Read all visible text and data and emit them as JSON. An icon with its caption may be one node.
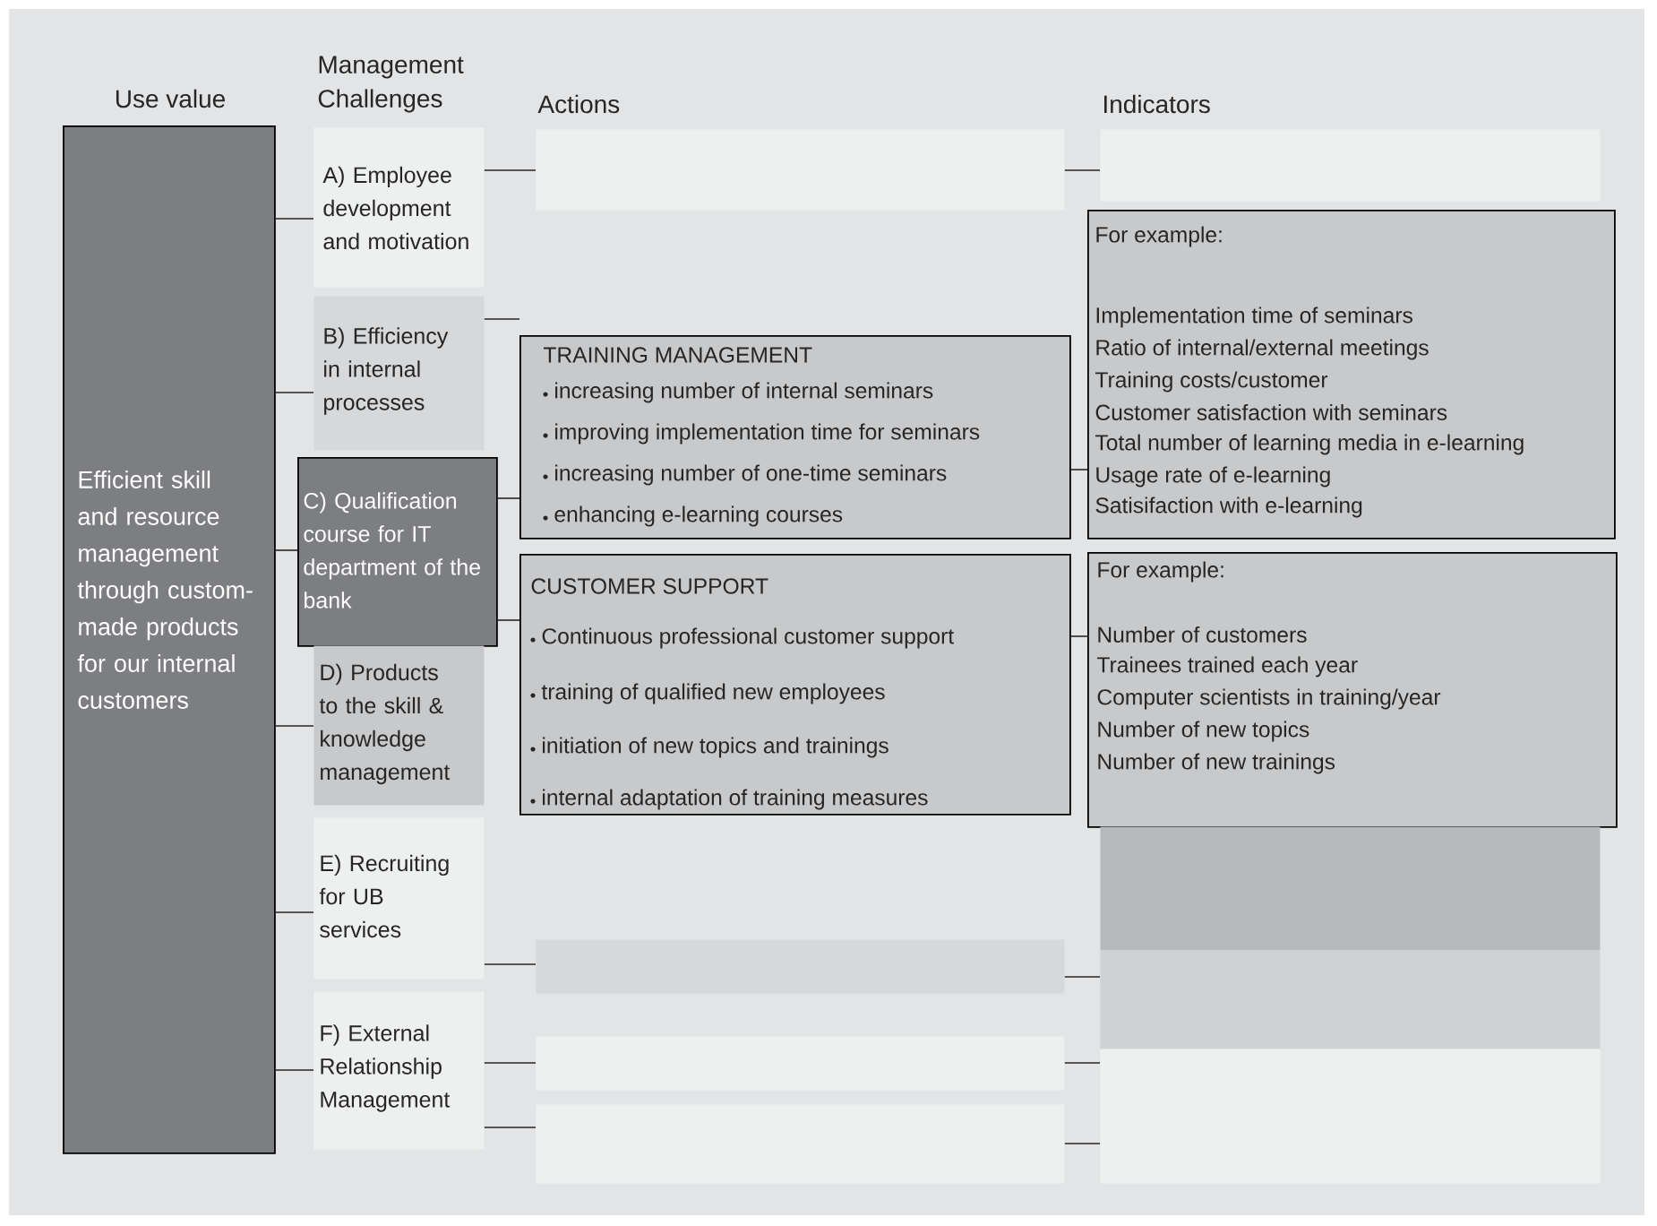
{
  "diagram": {
    "nodes": [
      {
        "text": [
          "Efficient skill and resource management through custom-made products for our internal customers"
        ]
      },
      {
        "text": [
          "A) Employee development and motivation"
        ]
      },
      {
        "text": [
          "B) Efficiency in internal processes"
        ]
      },
      {
        "text": [
          "C) Qualification course for IT department of the bank"
        ]
      },
      {
        "text": [
          "D) Products to the skill & knowledge management"
        ]
      },
      {
        "text": [
          "E) Recruiting for UB services"
        ]
      },
      {
        "text": [
          "F) External Relationship Management"
        ]
      },
      {
        "text": [],
        "shape": "box"
      },
      {
        "text": [
          "TRAINING MANAGEMENT",
          "increasing number of internal seminars",
          "improving implementation time for seminars",
          "increasing number of one-time seminars",
          "enhancing e-learning courses"
        ]
      },
      {
        "text": [
          "CUSTOMER SUPPORT",
          "Continuous professional customer support",
          "training of qualified new employees",
          "initiation of new topics and trainings",
          "internal adaptation of training measures"
        ]
      },
      {
        "text": [],
        "shape": "box"
      },
      {
        "text": [],
        "shape": "box"
      },
      {
        "text": [],
        "shape": "box"
      },
      {
        "text": [],
        "shape": "box"
      },
      {
        "text": [
          "For example:",
          "Implementation time of seminars",
          "Ratio of internal/external meetings",
          "Training costs/customer",
          "Customer satisfaction with seminars",
          "Total number of learning media in e-learning",
          "Usage rate of e-learning",
          "Satisifaction with e-learning"
        ]
      },
      {
        "text": [
          "For example:",
          "Number of customers",
          "Trainees trained each year",
          "Computer scientists in training/year",
          "Number of new topics",
          "Number of new trainings"
        ]
      },
      {
        "text": [],
        "shape": "box"
      },
      {
        "text": [],
        "shape": "box"
      },
      {
        "text": [],
        "shape": "box"
      }
    ],
    "edges": [
      {
        "from": 0,
        "to": 1,
        "arrow": "none"
      },
      {
        "from": 0,
        "to": 2,
        "arrow": "none"
      },
      {
        "from": 0,
        "to": 3,
        "arrow": "none"
      },
      {
        "from": 0,
        "to": 4,
        "arrow": "none"
      },
      {
        "from": 0,
        "to": 5,
        "arrow": "none"
      },
      {
        "from": 0,
        "to": 6,
        "arrow": "none"
      },
      {
        "from": 1,
        "to": 7,
        "arrow": "none"
      },
      {
        "from": 2,
        "to": 8,
        "arrow": "none"
      },
      {
        "from": 3,
        "to": 8,
        "arrow": "none"
      },
      {
        "from": 3,
        "to": 9,
        "arrow": "none"
      },
      {
        "from": 5,
        "to": 10,
        "arrow": "none"
      },
      {
        "from": 6,
        "to": 11,
        "arrow": "none"
      },
      {
        "from": 6,
        "to": 12,
        "arrow": "none"
      },
      {
        "from": 7,
        "to": 13,
        "arrow": "none"
      },
      {
        "from": 8,
        "to": 14,
        "arrow": "none"
      },
      {
        "from": 9,
        "to": 15,
        "arrow": "none"
      },
      {
        "from": 10,
        "to": 17,
        "arrow": "none"
      },
      {
        "from": 11,
        "to": 18,
        "arrow": "none"
      },
      {
        "from": 12,
        "to": 18,
        "arrow": "none"
      }
    ],
    "labels": [
      "Use value",
      "Management Challenges",
      "Actions",
      "Indicators"
    ]
  }
}
